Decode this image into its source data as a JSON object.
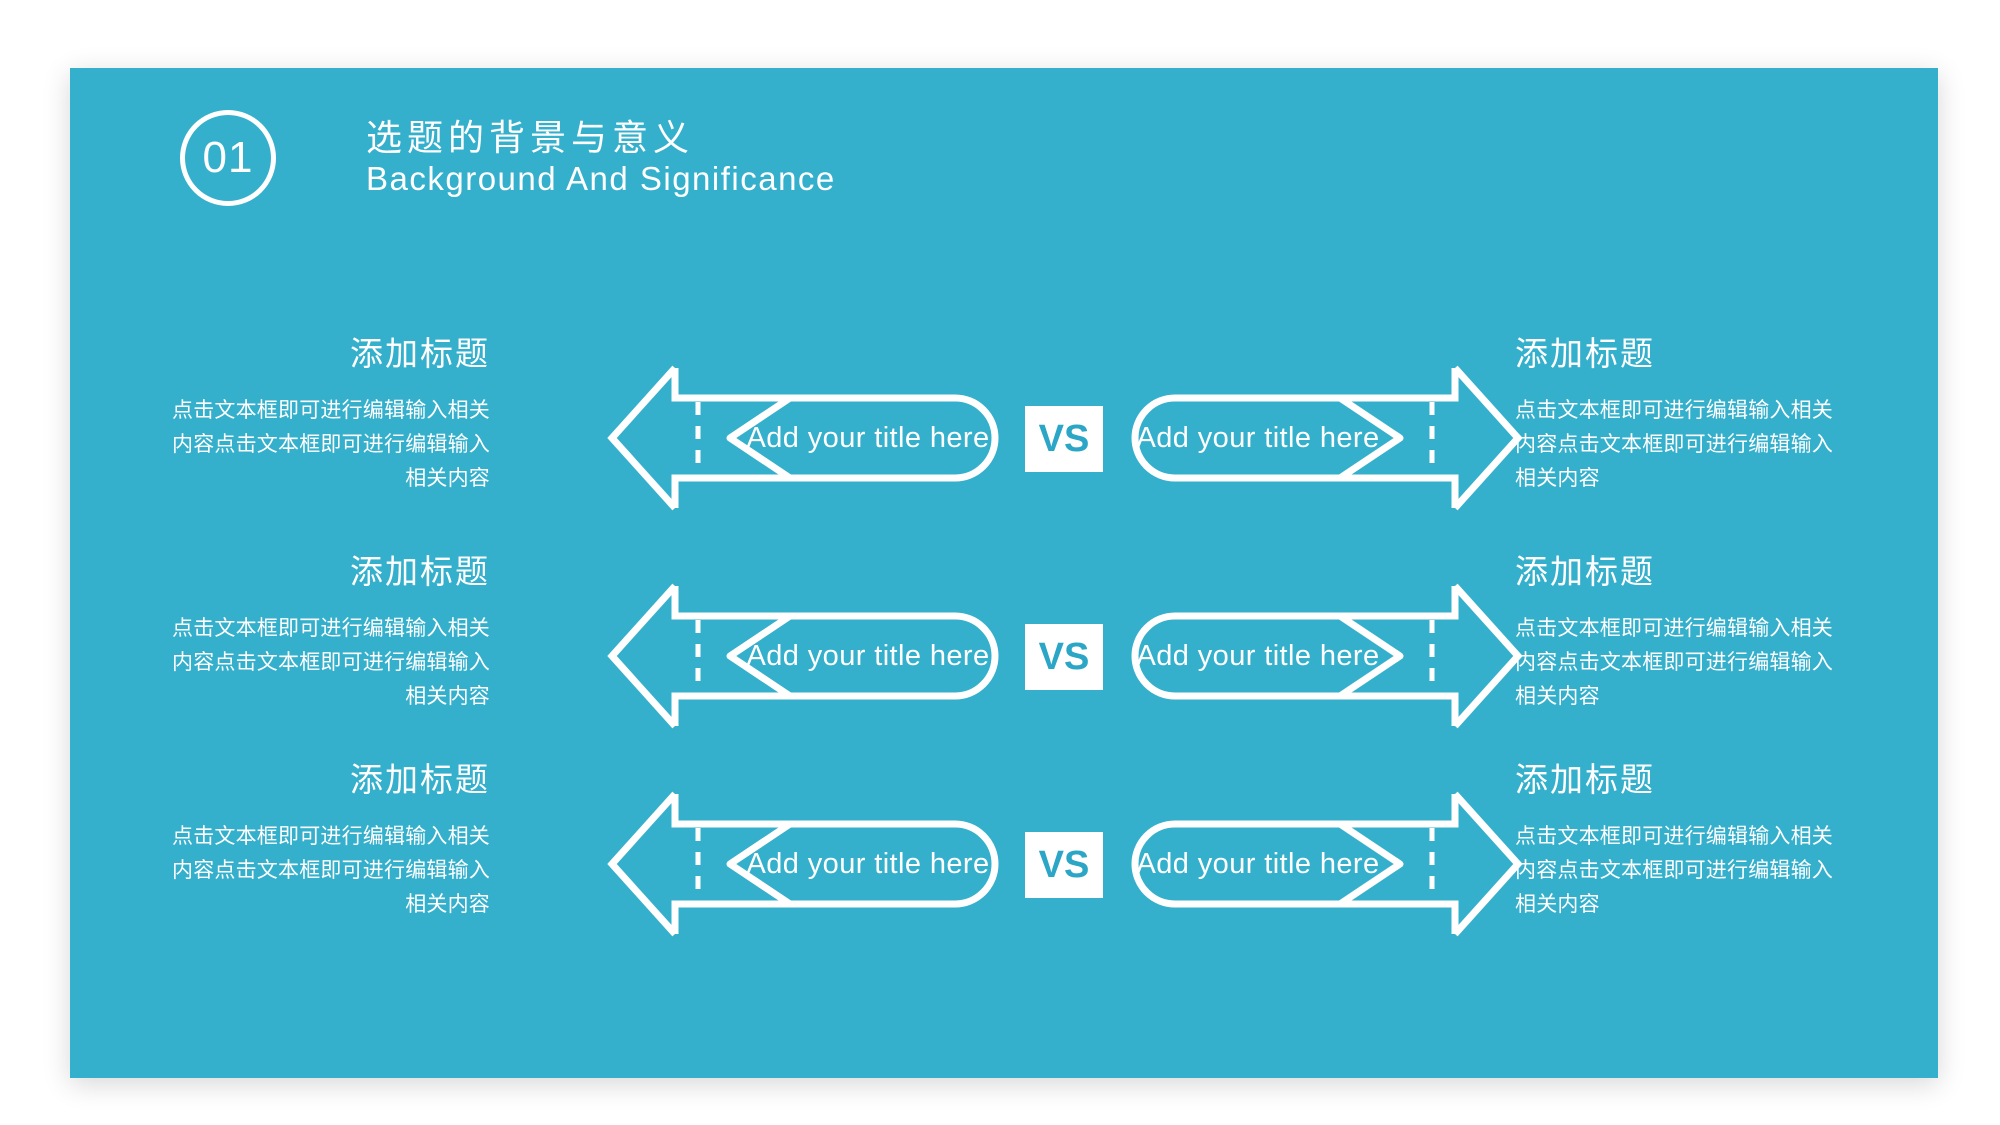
{
  "slide": {
    "background_color": "#35b0cc",
    "page_background": "#ffffff",
    "accent_color": "#2ba6c6",
    "text_color": "#ffffff"
  },
  "header": {
    "number": "01",
    "title_cn": "选题的背景与意义",
    "title_en": "Background And Significance"
  },
  "rows": [
    {
      "left": {
        "title": "添加标题",
        "body": "点击文本框即可进行编辑输入相关内容点击文本框即可进行编辑输入相关内容"
      },
      "right": {
        "title": "添加标题",
        "body": "点击文本框即可进行编辑输入相关内容点击文本框即可进行编辑输入相关内容"
      },
      "pill_left": "Add your title  here",
      "pill_right": "Add your title  here",
      "vs": "VS"
    },
    {
      "left": {
        "title": "添加标题",
        "body": "点击文本框即可进行编辑输入相关内容点击文本框即可进行编辑输入相关内容"
      },
      "right": {
        "title": "添加标题",
        "body": "点击文本框即可进行编辑输入相关内容点击文本框即可进行编辑输入相关内容"
      },
      "pill_left": "Add your title  here",
      "pill_right": "Add your title  here",
      "vs": "VS"
    },
    {
      "left": {
        "title": "添加标题",
        "body": "点击文本框即可进行编辑输入相关内容点击文本框即可进行编辑输入相关内容"
      },
      "right": {
        "title": "添加标题",
        "body": "点击文本框即可进行编辑输入相关内容点击文本框即可进行编辑输入相关内容"
      },
      "pill_left": "Add your title  here",
      "pill_right": "Add your title  here",
      "vs": "VS"
    }
  ]
}
